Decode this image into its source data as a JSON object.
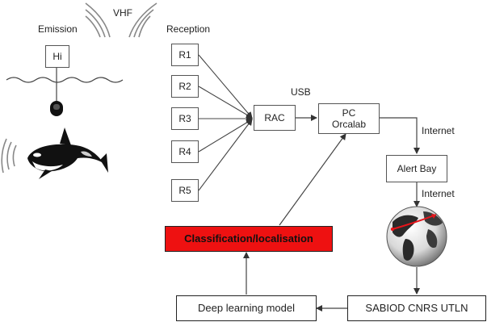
{
  "labels": {
    "emission": "Emission",
    "vhf": "VHF",
    "reception": "Reception",
    "usb": "USB",
    "internet_1": "Internet",
    "internet_2": "Internet"
  },
  "nodes": {
    "hydrophone": "Hi",
    "receivers": [
      "R1",
      "R2",
      "R3",
      "R4",
      "R5"
    ],
    "rac": "RAC",
    "pc_line1": "PC",
    "pc_line2": "Orcalab",
    "alert_bay": "Alert Bay",
    "classification": "Classification/localisation",
    "deep_learning": "Deep learning model",
    "sabiod": "SABIOD CNRS UTLN"
  },
  "icons": [
    "signal-waves-icon",
    "water-wave-icon",
    "hydrophone-icon",
    "orca-icon",
    "globe-icon"
  ],
  "colors": {
    "classification_fill": "#ee1111",
    "globe_arrow": "#e8141a",
    "line": "#444444"
  }
}
